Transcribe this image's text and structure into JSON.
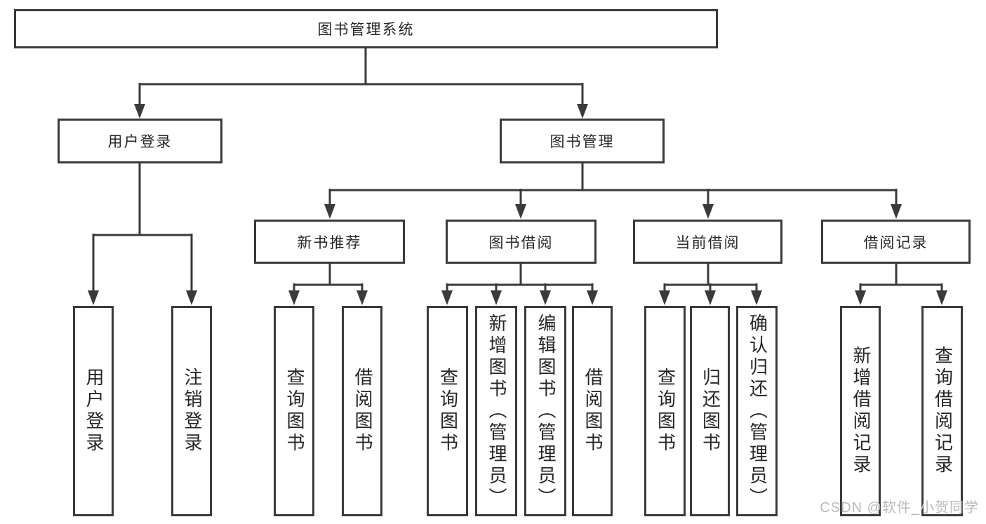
{
  "nodes": {
    "root": "图书管理系统",
    "user_login": "用户登录",
    "book_management": "图书管理",
    "new_book_recommend": "新书推荐",
    "book_borrow": "图书借阅",
    "current_borrow": "当前借阅",
    "borrow_records": "借阅记录"
  },
  "leaves": {
    "user_login": [
      "用户登录",
      "注销登录"
    ],
    "new_book_recommend": [
      "查询图书",
      "借阅图书"
    ],
    "book_borrow": [
      "查询图书",
      "新增图书（管理员）",
      "编辑图书（管理员）",
      "借阅图书"
    ],
    "current_borrow": [
      "查询图书",
      "归还图书",
      "确认归还（管理员）"
    ],
    "borrow_records": [
      "新增借阅记录",
      "查询借阅记录"
    ]
  },
  "watermark": "CSDN @软件_小贺同学",
  "colors": {
    "line": "#3a3a3a",
    "text": "#262626",
    "watermark": "#b9b9b9",
    "background": "#ffffff"
  }
}
